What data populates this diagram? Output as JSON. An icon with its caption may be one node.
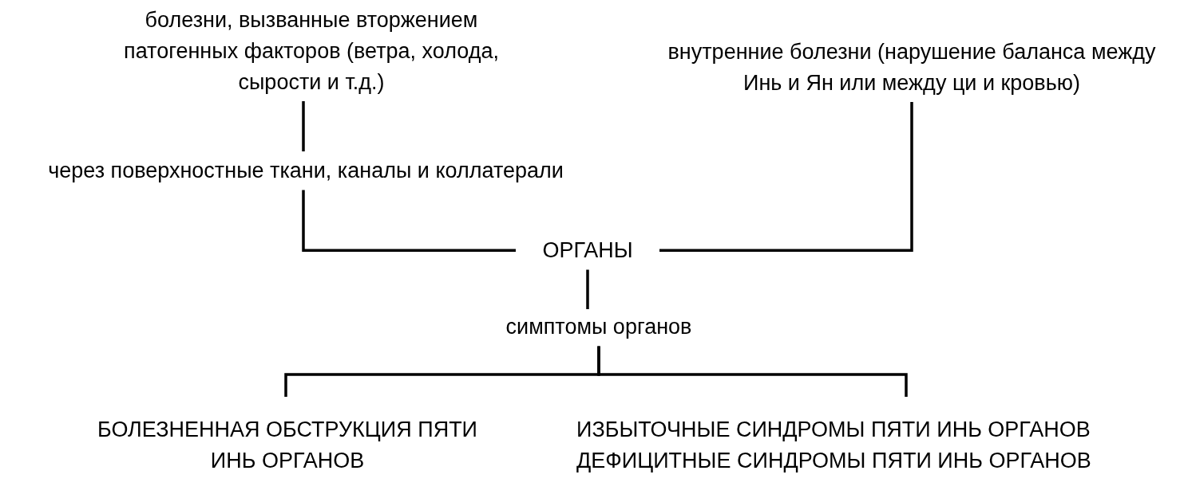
{
  "diagram": {
    "nodes": [
      {
        "text": [
          "болезни, вызванные вторжением патогенных факторов (ветра, холода, сырости и т.д.)"
        ]
      },
      {
        "text": [
          "через поверхностные ткани, каналы и коллатерали"
        ]
      },
      {
        "text": [
          "внутренние болезни (нарушение баланса между Инь и Ян или между ци и кровью)"
        ]
      },
      {
        "text": [
          "ОРГАНЫ"
        ]
      },
      {
        "text": [
          "симптомы органов"
        ]
      },
      {
        "text": [
          "БОЛЕЗНЕННАЯ ОБСТРУКЦИЯ ПЯТИ ИНЬ ОРГАНОВ"
        ]
      },
      {
        "text": [
          "ИЗБЫТОЧНЫЕ СИНДРОМЫ ПЯТИ ИНЬ ОРГАНОВ",
          "ДЕФИЦИТНЫЕ СИНДРОМЫ ПЯТИ ИНЬ ОРГАНОВ"
        ]
      }
    ],
    "edges": [
      {
        "from": 0,
        "to": 1,
        "arrow": "none"
      },
      {
        "from": 1,
        "to": 3,
        "arrow": "none"
      },
      {
        "from": 2,
        "to": 3,
        "arrow": "none"
      },
      {
        "from": 3,
        "to": 4,
        "arrow": "none"
      },
      {
        "from": 4,
        "to": 5,
        "arrow": "none"
      },
      {
        "from": 4,
        "to": 6,
        "arrow": "none"
      }
    ]
  }
}
